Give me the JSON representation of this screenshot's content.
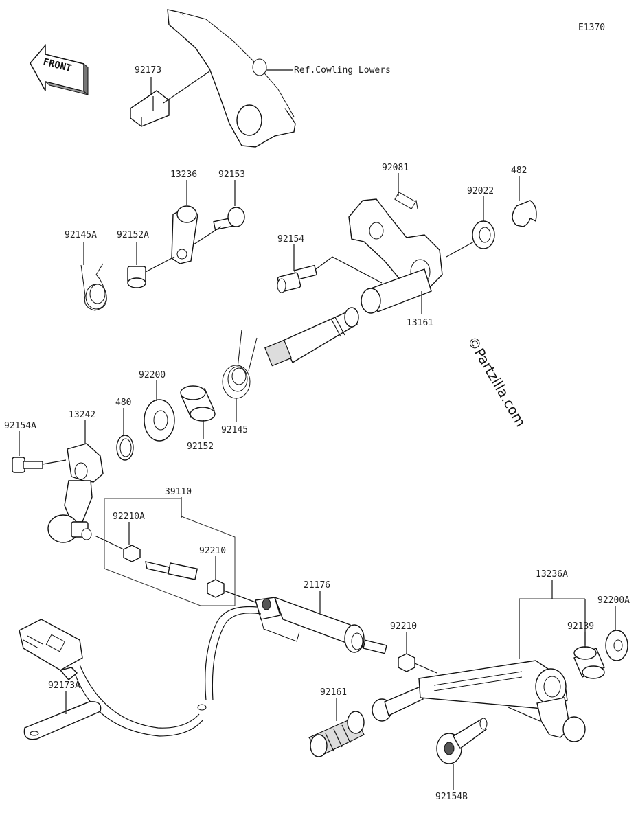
{
  "diagram_code": "E1370",
  "front_label": "FRONT",
  "watermark": "©Partzilla.com",
  "ref_label": "Ref.Cowling Lowers",
  "parts": {
    "p92173": "92173",
    "p13236": "13236",
    "p92153": "92153",
    "p92145A": "92145A",
    "p92152A": "92152A",
    "p92081": "92081",
    "p482": "482",
    "p92022": "92022",
    "p92154": "92154",
    "p13161": "13161",
    "p92200": "92200",
    "p480": "480",
    "p13242": "13242",
    "p92154A": "92154A",
    "p92152": "92152",
    "p92145": "92145",
    "p39110": "39110",
    "p92210A": "92210A",
    "p92210a": "92210",
    "p21176": "21176",
    "p92210b": "92210",
    "p13236A": "13236A",
    "p92200A": "92200A",
    "p92139": "92139",
    "p92161": "92161",
    "p92173A": "92173A",
    "p92154B": "92154B"
  }
}
